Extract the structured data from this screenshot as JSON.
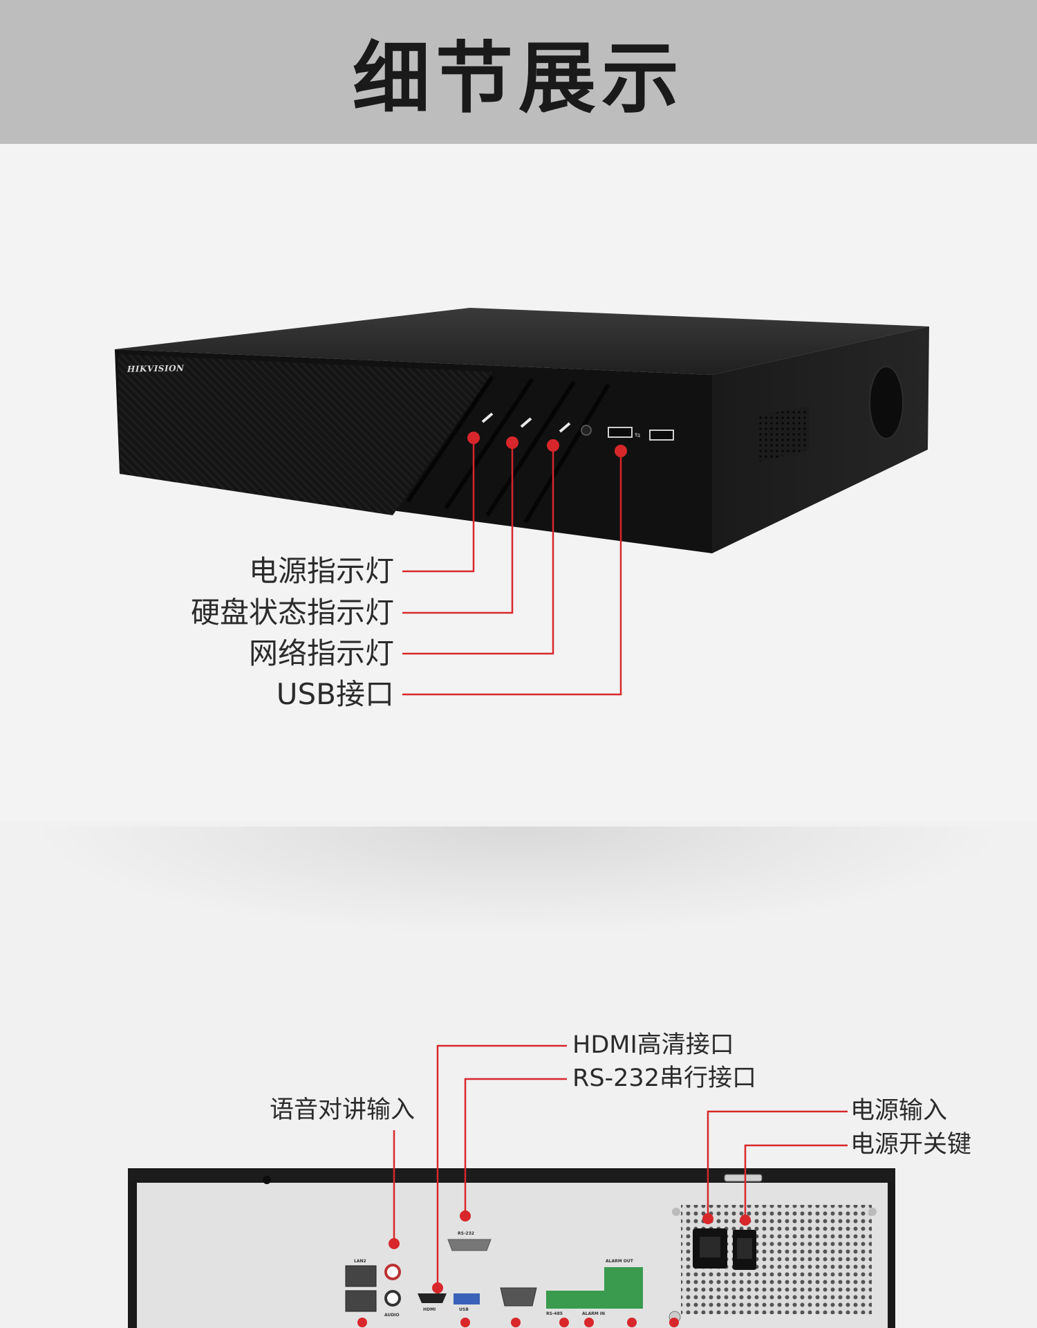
{
  "header": {
    "title": "细节展示"
  },
  "front_panel": {
    "brand": "HIKVISION",
    "callouts": [
      {
        "id": "power-led",
        "label": "电源指示灯"
      },
      {
        "id": "hdd-led",
        "label": "硬盘状态指示灯"
      },
      {
        "id": "network-led",
        "label": "网络指示灯"
      },
      {
        "id": "usb",
        "label": "USB接口"
      }
    ]
  },
  "rear_panel": {
    "callouts": {
      "hdmi": "HDMI高清接口",
      "rs232": "RS-232串行接口",
      "audio": "语音对讲输入",
      "power_in": "电源输入",
      "power_switch": "电源开关键"
    },
    "port_tags": {
      "lan": "LAN2",
      "rs232": "RS-232",
      "alarm_out": "ALARM OUT",
      "audio": "AUDIO",
      "hdmi": "HDMI",
      "usb": "USB",
      "rs485": "RS-485",
      "alarm_in": "ALARM IN"
    }
  },
  "colors": {
    "accent": "#d8272b",
    "header_bg": "#bdbdbd",
    "device_black": "#111111",
    "rear_panel": "#e4e4e4"
  }
}
